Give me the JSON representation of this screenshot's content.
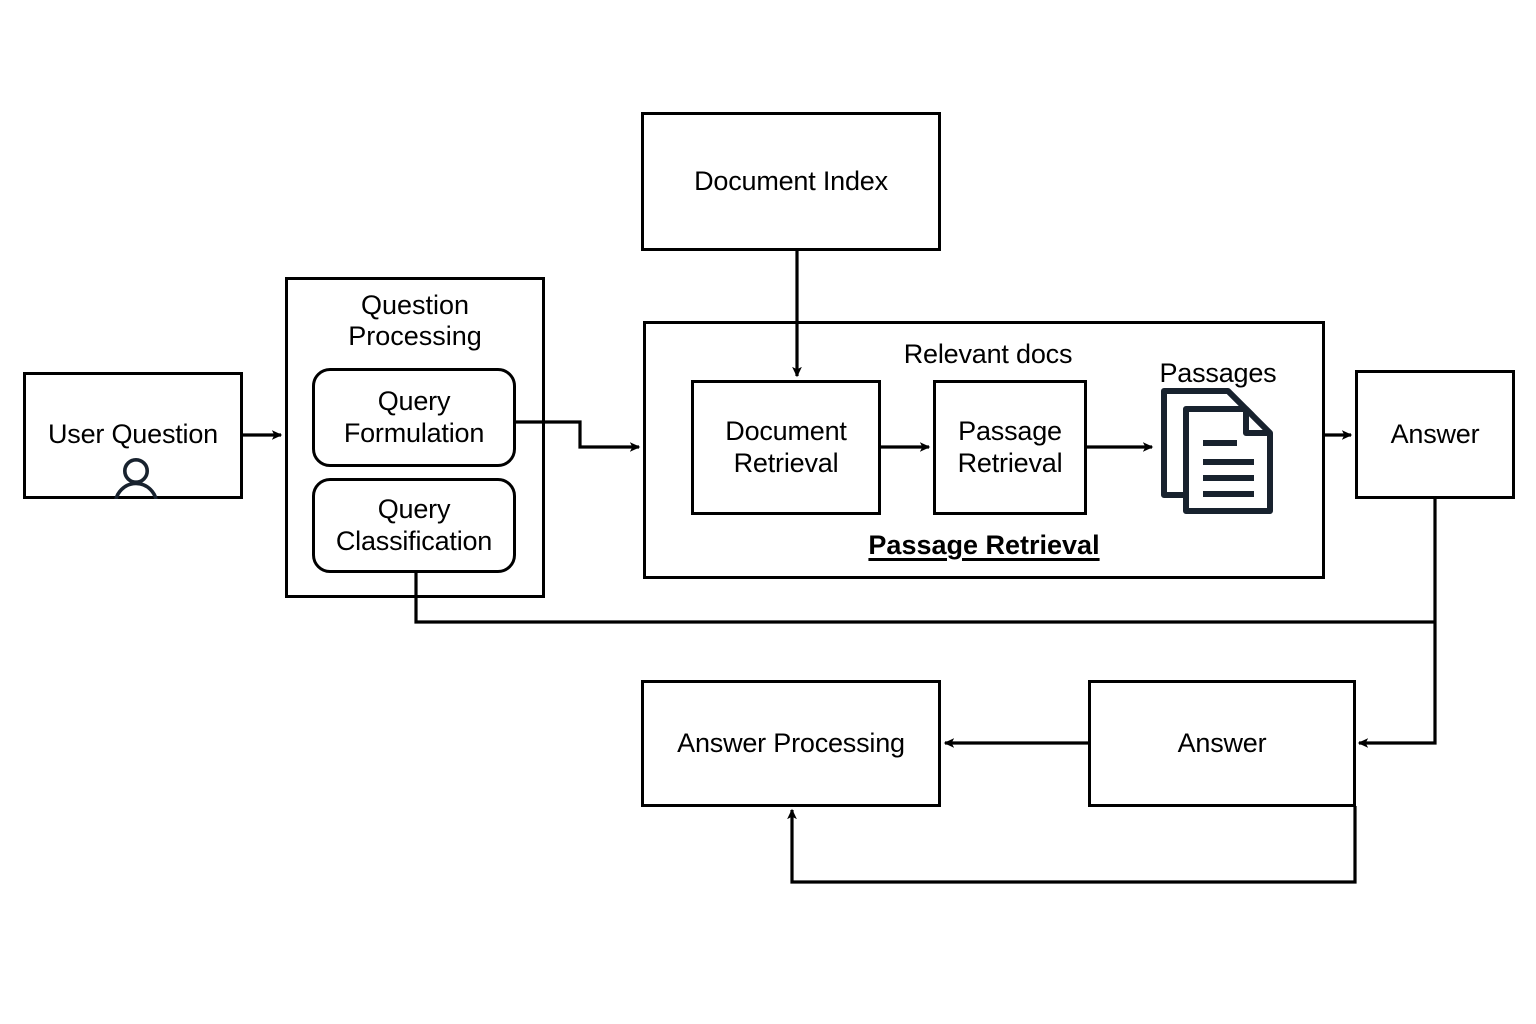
{
  "diagram": {
    "title": "Question Answering pipeline flowchart",
    "colors": {
      "stroke": "#000000",
      "background": "#ffffff",
      "icon_navy": "#18222e"
    },
    "nodes": {
      "user_question": {
        "label": "User Question",
        "icon": "user-person-icon"
      },
      "question_processing": {
        "label": "Question\nProcessing"
      },
      "query_formulation": {
        "label": "Query\nFormulation"
      },
      "query_classification": {
        "label": "Query\nClassification"
      },
      "document_index": {
        "label": "Document Index"
      },
      "passage_retrieval_group": {
        "label": "Passage Retrieval"
      },
      "document_retrieval": {
        "label": "Document\nRetrieval"
      },
      "passage_retrieval": {
        "label": "Passage\nRetrieval"
      },
      "answer_top": {
        "label": "Answer"
      },
      "answer_bottom": {
        "label": "Answer"
      },
      "answer_processing": {
        "label": "Answer Processing"
      }
    },
    "edge_labels": {
      "relevant_docs": "Relevant docs",
      "passages": "Passages"
    },
    "icons": {
      "documents": "documents-stack-icon",
      "user": "user-person-icon"
    }
  }
}
